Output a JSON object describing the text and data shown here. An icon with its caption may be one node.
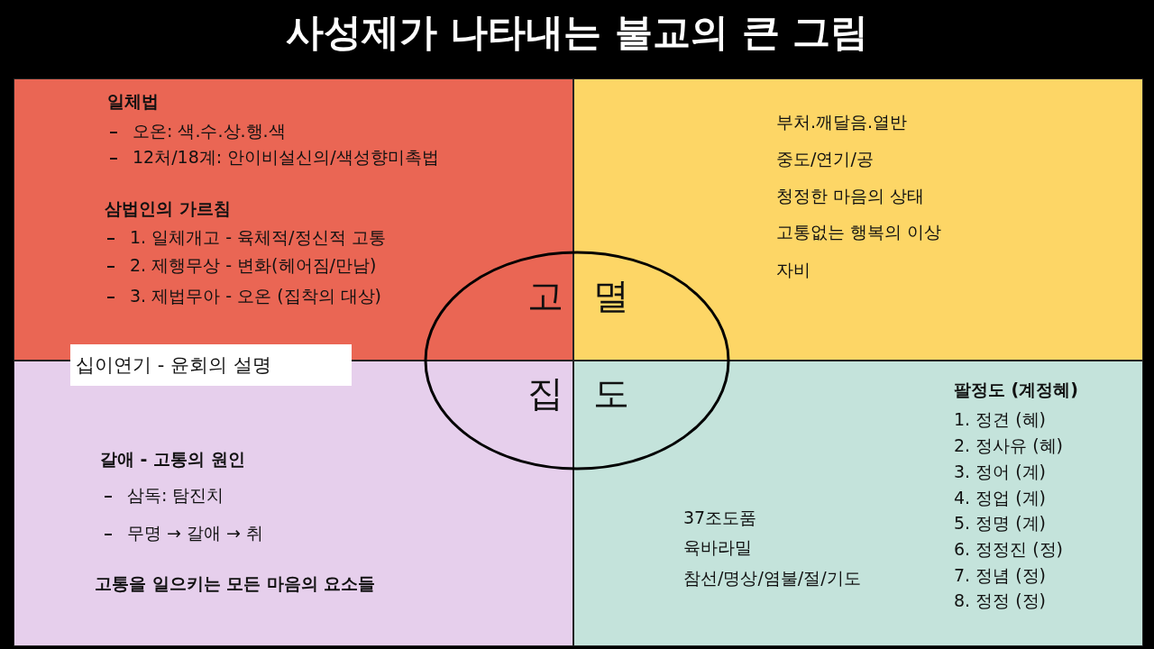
{
  "diagram": {
    "title": "사성제가 나타내는 불교의 큰 그림",
    "nodes": [
      {
        "text": [
          "일체법",
          "오온: 색.수.상.행.색",
          "12처/18계: 안이비설신의/색성향미촉법",
          "삼법인의 가르침",
          "1. 일체개고 - 육체적/정신적 고통",
          "2. 제행무상 - 변화(헤어짐/만남)",
          "3. 제법무아 - 오온 (집착의 대상)"
        ]
      },
      {
        "text": [
          "부처.깨달음.열반",
          "중도/연기/공",
          "청정한 마음의 상태",
          "고통없는 행복의 이상",
          "자비"
        ]
      },
      {
        "text": [
          "고",
          "멸",
          "집",
          "도"
        ]
      },
      {
        "text": [
          "십이연기 - 윤회의 설명"
        ]
      },
      {
        "text": [
          "갈애 - 고통의 원인",
          "삼독: 탐진치",
          "무명 → 갈애 → 취",
          "고통을 일으키는 모든 마음의 요소들"
        ]
      },
      {
        "text": [
          "팔정도 (계정혜)",
          "1. 정견 (혜)",
          "2. 정사유 (혜)",
          "3. 정어 (계)",
          "4. 정업  (계)",
          "5. 정명 (계)",
          "6. 정정진 (정)",
          "7. 정념 (정)",
          "8. 정정 (정)",
          "37조도품",
          "육바라밀",
          "참선/명상/염불/절/기도"
        ]
      }
    ]
  }
}
